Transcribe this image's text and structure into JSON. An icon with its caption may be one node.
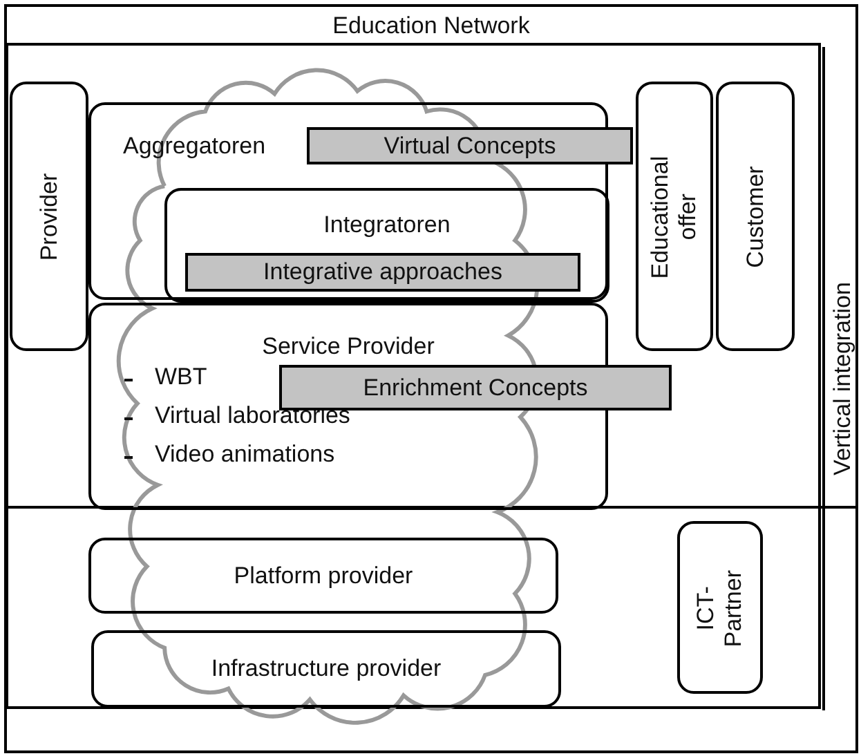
{
  "diagram": {
    "nodes": [
      {
        "text": [
          "Education Network"
        ]
      },
      {
        "text": [
          "Provider"
        ],
        "in": 0
      },
      {
        "text": [
          "Aggregatoren"
        ],
        "in": 0
      },
      {
        "text": [
          "Virtual Concepts"
        ],
        "in": 0
      },
      {
        "text": [
          "Integratoren"
        ],
        "in": 2
      },
      {
        "text": [
          "Integrative approaches"
        ],
        "in": 4
      },
      {
        "text": [
          "Service Provider",
          "WBT",
          "Virtual laboratories",
          "Video animations"
        ],
        "in": 0
      },
      {
        "text": [
          "Enrichment Concepts"
        ],
        "in": 0
      },
      {
        "text": [
          "Educational offer"
        ],
        "in": 0
      },
      {
        "text": [
          "Customer"
        ],
        "in": 0
      },
      {
        "text": [
          "Vertical integration"
        ],
        "in": 0
      },
      {
        "text": [
          "Platform provider"
        ],
        "in": 0
      },
      {
        "text": [
          "Infrastructure provider"
        ],
        "in": 0
      },
      {
        "text": [
          "ICT-Partner"
        ],
        "in": 0
      },
      {
        "text": [],
        "shape": "cloud",
        "in": 0
      }
    ]
  }
}
